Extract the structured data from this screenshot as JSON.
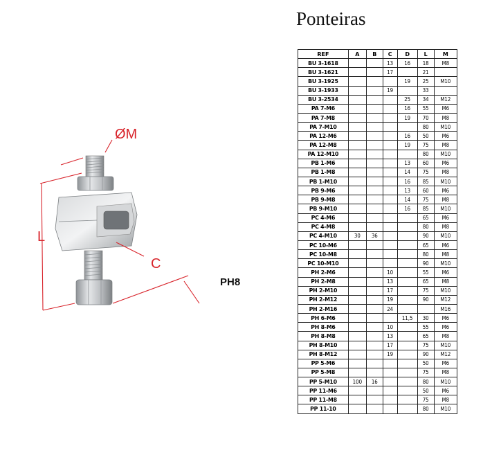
{
  "page": {
    "title": "Ponteiras",
    "product_label": "PH8"
  },
  "diagram": {
    "labels": {
      "diameter": "ØM",
      "length": "L",
      "width": "C"
    },
    "accent_color": "#d8232a"
  },
  "table": {
    "headers": [
      "REF",
      "A",
      "B",
      "C",
      "D",
      "L",
      "M"
    ],
    "rows": [
      [
        "BU 3-1618",
        "",
        "",
        "13",
        "16",
        "18",
        "M8"
      ],
      [
        "BU 3-1621",
        "",
        "",
        "17",
        "",
        "21",
        ""
      ],
      [
        "BU 3-1925",
        "",
        "",
        "",
        "19",
        "25",
        "M10"
      ],
      [
        "BU 3-1933",
        "",
        "",
        "19",
        "",
        "33",
        ""
      ],
      [
        "BU 3-2534",
        "",
        "",
        "",
        "25",
        "34",
        "M12"
      ],
      [
        "PA 7-M6",
        "",
        "",
        "",
        "16",
        "55",
        "M6"
      ],
      [
        "PA 7-M8",
        "",
        "",
        "",
        "19",
        "70",
        "M8"
      ],
      [
        "PA 7-M10",
        "",
        "",
        "",
        "",
        "80",
        "M10"
      ],
      [
        "PA 12-M6",
        "",
        "",
        "",
        "16",
        "50",
        "M6"
      ],
      [
        "PA 12-M8",
        "",
        "",
        "",
        "19",
        "75",
        "M8"
      ],
      [
        "PA 12-M10",
        "",
        "",
        "",
        "",
        "80",
        "M10"
      ],
      [
        "PB 1-M6",
        "",
        "",
        "",
        "13",
        "60",
        "M6"
      ],
      [
        "PB 1-M8",
        "",
        "",
        "",
        "14",
        "75",
        "M8"
      ],
      [
        "PB 1-M10",
        "",
        "",
        "",
        "16",
        "85",
        "M10"
      ],
      [
        "PB 9-M6",
        "",
        "",
        "",
        "13",
        "60",
        "M6"
      ],
      [
        "PB 9-M8",
        "",
        "",
        "",
        "14",
        "75",
        "M8"
      ],
      [
        "PB 9-M10",
        "",
        "",
        "",
        "16",
        "85",
        "M10"
      ],
      [
        "PC 4-M6",
        "",
        "",
        "",
        "",
        "65",
        "M6"
      ],
      [
        "PC 4-M8",
        "",
        "",
        "",
        "",
        "80",
        "M8"
      ],
      [
        "PC 4-M10",
        "30",
        "36",
        "",
        "",
        "90",
        "M10"
      ],
      [
        "PC 10-M6",
        "",
        "",
        "",
        "",
        "65",
        "M6"
      ],
      [
        "PC 10-M8",
        "",
        "",
        "",
        "",
        "80",
        "M8"
      ],
      [
        "PC 10-M10",
        "",
        "",
        "",
        "",
        "90",
        "M10"
      ],
      [
        "PH 2-M6",
        "",
        "",
        "10",
        "",
        "55",
        "M6"
      ],
      [
        "PH 2-M8",
        "",
        "",
        "13",
        "",
        "65",
        "M8"
      ],
      [
        "PH 2-M10",
        "",
        "",
        "17",
        "",
        "75",
        "M10"
      ],
      [
        "PH 2-M12",
        "",
        "",
        "19",
        "",
        "90",
        "M12"
      ],
      [
        "PH 2-M16",
        "",
        "",
        "24",
        "",
        "",
        "M16"
      ],
      [
        "PH 6-M6",
        "",
        "",
        "",
        "11,5",
        "30",
        "M6"
      ],
      [
        "PH 8-M6",
        "",
        "",
        "10",
        "",
        "55",
        "M6"
      ],
      [
        "PH 8-M8",
        "",
        "",
        "13",
        "",
        "65",
        "M8"
      ],
      [
        "PH 8-M10",
        "",
        "",
        "17",
        "",
        "75",
        "M10"
      ],
      [
        "PH 8-M12",
        "",
        "",
        "19",
        "",
        "90",
        "M12"
      ],
      [
        "PP 5-M6",
        "",
        "",
        "",
        "",
        "50",
        "M6"
      ],
      [
        "PP 5-M8",
        "",
        "",
        "",
        "",
        "75",
        "M8"
      ],
      [
        "PP 5-M10",
        "100",
        "16",
        "",
        "",
        "80",
        "M10"
      ],
      [
        "PP 11-M6",
        "",
        "",
        "",
        "",
        "50",
        "M6"
      ],
      [
        "PP 11-M8",
        "",
        "",
        "",
        "",
        "75",
        "M8"
      ],
      [
        "PP 11-10",
        "",
        "",
        "",
        "",
        "80",
        "M10"
      ]
    ]
  }
}
